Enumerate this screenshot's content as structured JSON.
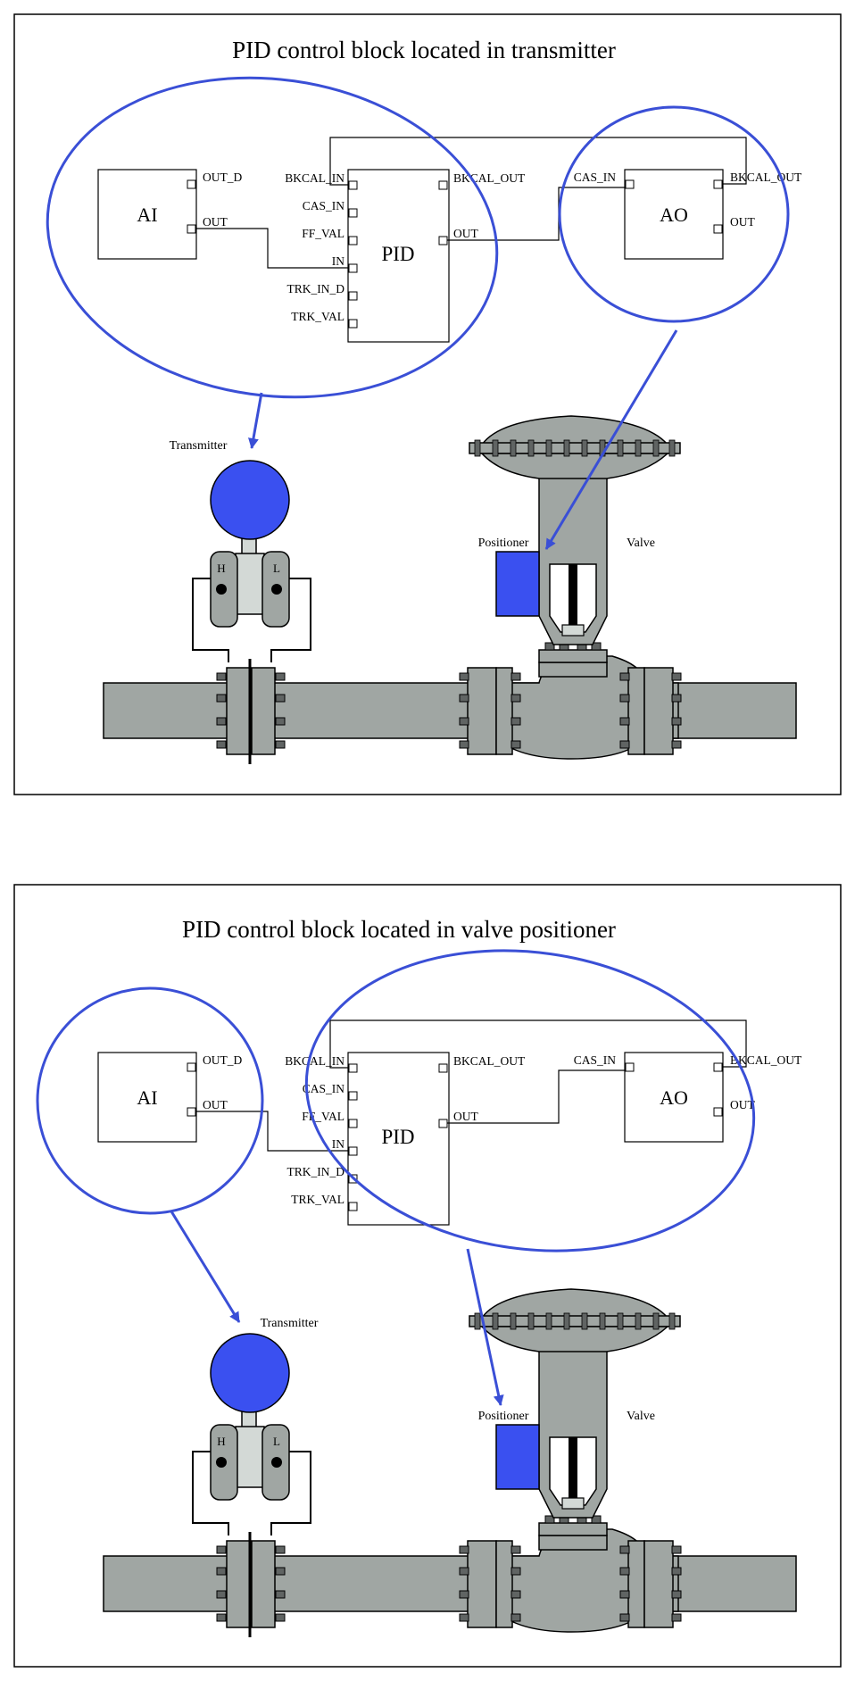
{
  "panels": [
    {
      "title": "PID control block located in transmitter",
      "ai": {
        "name": "AI",
        "ports": [
          "OUT_D",
          "OUT"
        ]
      },
      "pid": {
        "name": "PID",
        "inputs": [
          "BKCAL_IN",
          "CAS_IN",
          "FF_VAL",
          "IN",
          "TRK_IN_D",
          "TRK_VAL"
        ],
        "outputs": [
          "BKCAL_OUT",
          "OUT"
        ]
      },
      "ao": {
        "name": "AO",
        "input": "CAS_IN",
        "outputs": [
          "BKCAL_OUT",
          "OUT"
        ]
      },
      "labels": {
        "transmitter": "Transmitter",
        "positioner": "Positioner",
        "valve": "Valve",
        "high": "H",
        "low": "L"
      }
    },
    {
      "title": "PID control block located in valve positioner",
      "ai": {
        "name": "AI",
        "ports": [
          "OUT_D",
          "OUT"
        ]
      },
      "pid": {
        "name": "PID",
        "inputs": [
          "BKCAL_IN",
          "CAS_IN",
          "FF_VAL",
          "IN",
          "TRK_IN_D",
          "TRK_VAL"
        ],
        "outputs": [
          "BKCAL_OUT",
          "OUT"
        ]
      },
      "ao": {
        "name": "AO",
        "input": "CAS_IN",
        "outputs": [
          "BKCAL_OUT",
          "OUT"
        ]
      },
      "labels": {
        "transmitter": "Transmitter",
        "positioner": "Positioner",
        "valve": "Valve",
        "high": "H",
        "low": "L"
      }
    }
  ],
  "colors": {
    "highlight": "#3a4fd6",
    "instrument_blue": "#3a50f0",
    "pipe_gray": "#a0a6a3",
    "light_gray": "#d3d9d6"
  }
}
